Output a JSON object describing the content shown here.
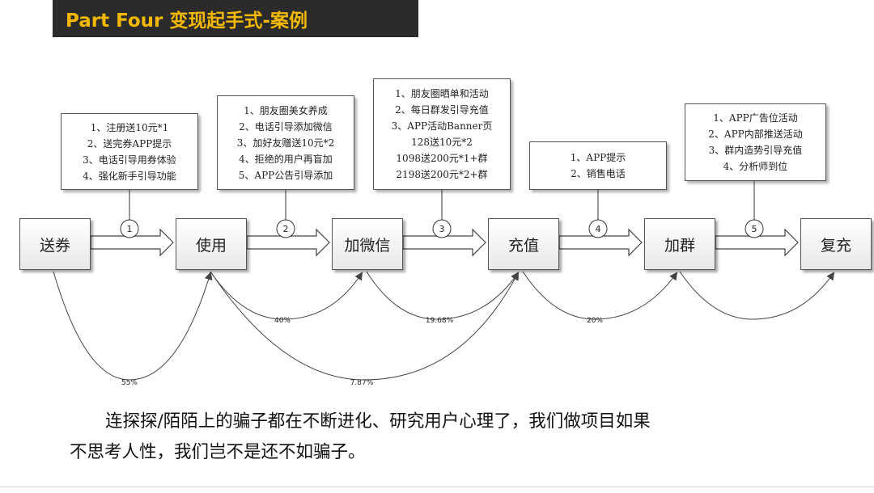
{
  "title": "Part Four 变现起手式-案例",
  "nodes": [
    "送券",
    "使用",
    "加微信",
    "充值",
    "加群",
    "复充"
  ],
  "steps": [
    "1",
    "2",
    "3",
    "4",
    "5"
  ],
  "notes": [
    [
      "1、注册送10元*1",
      "2、送完券APP提示",
      "3、电话引导用券体验",
      "4、强化新手引导功能"
    ],
    [
      "1、朋友圈美女养成",
      "2、电话引导添加微信",
      "3、加好友赠送10元*2",
      "4、拒绝的用户再盲加",
      "5、APP公告引导添加"
    ],
    [
      "1、朋友圈晒单和活动",
      "2、每日群发引导充值",
      "3、APP活动Banner页",
      "128送10元*2",
      "1098送200元*1+群",
      "2198送200元*2+群"
    ],
    [
      "1、APP提示",
      "2、销售电话"
    ],
    [
      "1、APP广告位活动",
      "2、APP内部推送活动",
      "3、群内造势引导充值",
      "4、分析师到位"
    ]
  ],
  "conversions": {
    "send_to_pay": "55%",
    "use_to_wechat": "40%",
    "use_to_group": "7.87%",
    "wechat_to_recharge": "19.68%",
    "recharge_to_repurchase": "20%"
  },
  "caption": {
    "line1": "连探探/陌陌上的骗子都在不断进化、研究用户心理了，我们做项目如果",
    "line2": "不思考人性，我们岂不是还不如骗子。"
  }
}
